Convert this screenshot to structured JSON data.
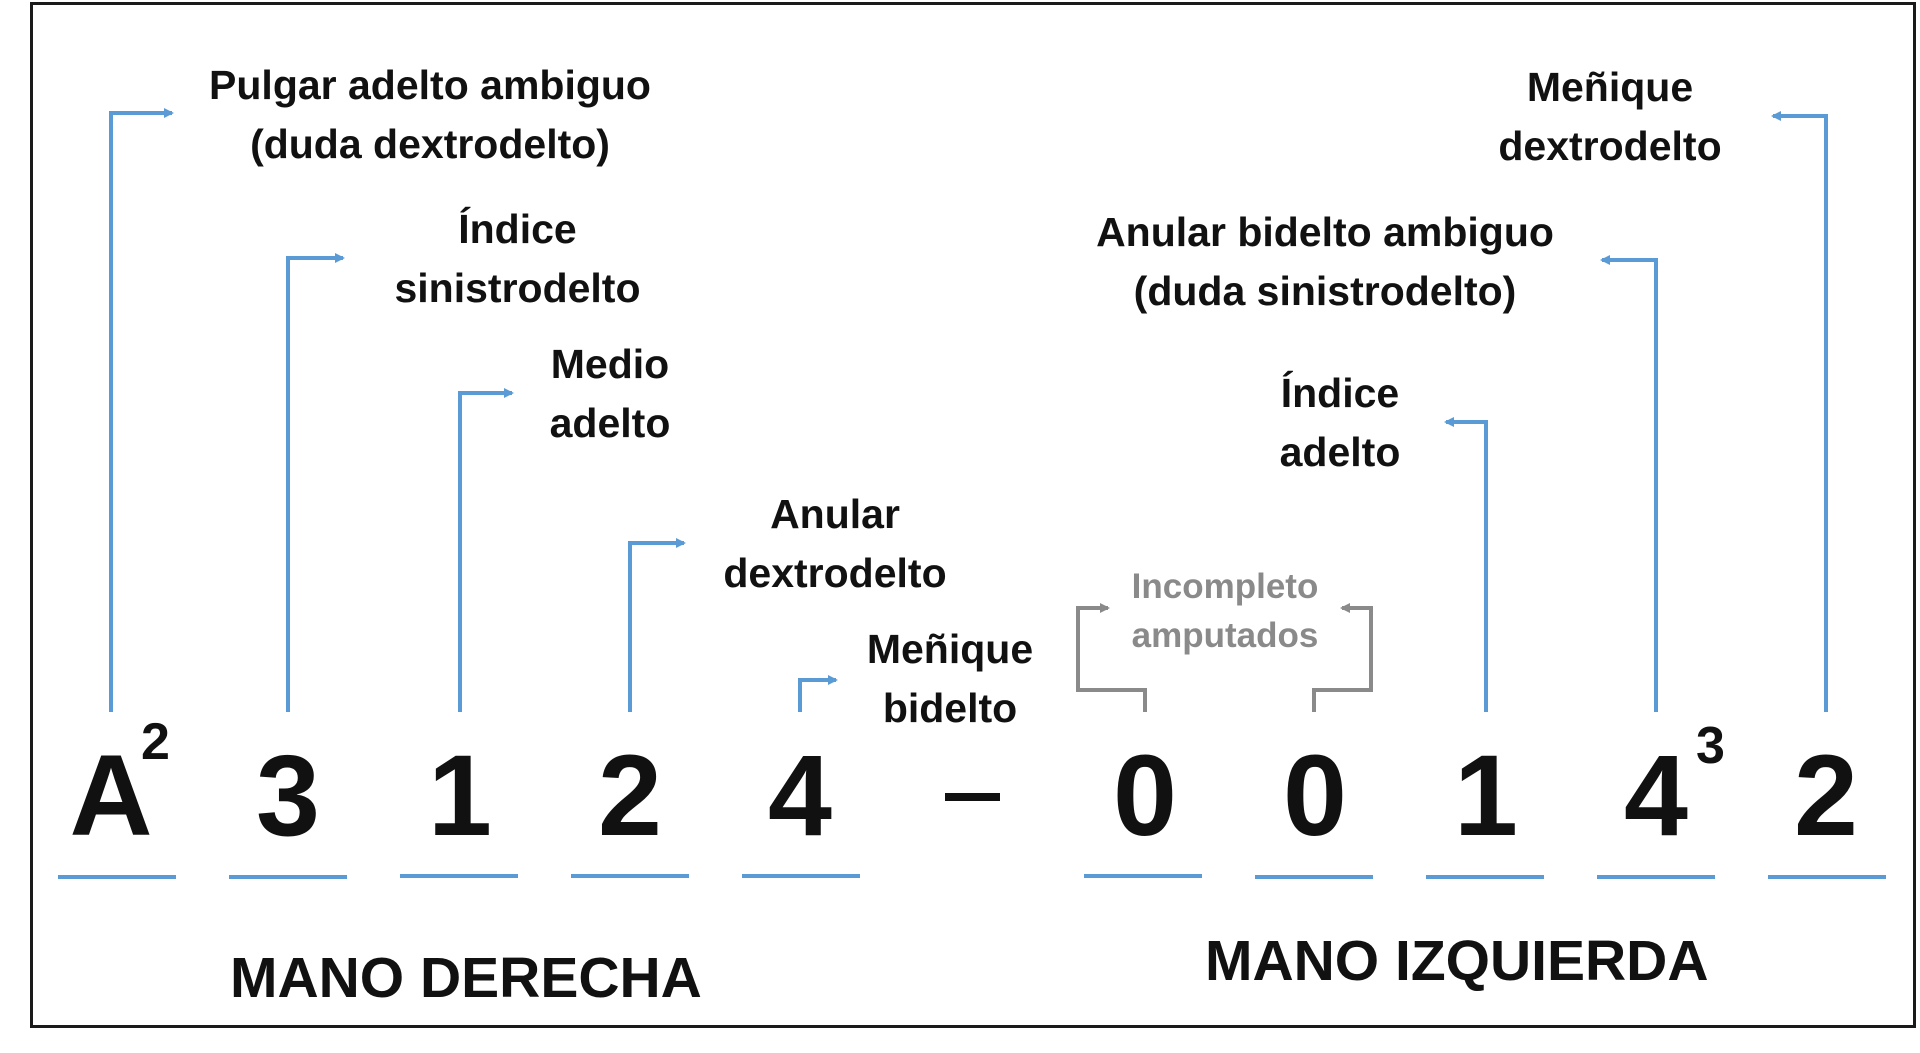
{
  "formula": {
    "right_hand": [
      "A",
      "3",
      "1",
      "2",
      "4"
    ],
    "separator": "–",
    "left_hand": [
      "0",
      "0",
      "1",
      "4",
      "2"
    ],
    "superscript_first": "2",
    "superscript_ninth": "3"
  },
  "labels": {
    "pulgar_right": [
      "Pulgar adelto ambiguo",
      "(duda dextrodelto)"
    ],
    "indice_right": [
      "Índice",
      "sinistrodelto"
    ],
    "medio_right": [
      "Medio",
      "adelto"
    ],
    "anular_right": [
      "Anular",
      "dextrodelto"
    ],
    "menique_right": [
      "Meñique",
      "bidelto"
    ],
    "incompleto": [
      "Incompleto",
      "amputados"
    ],
    "indice_left": [
      "Índice",
      "adelto"
    ],
    "anular_left": [
      "Anular bidelto ambiguo",
      "(duda sinistrodelto)"
    ],
    "menique_left": [
      "Meñique",
      "dextrodelto"
    ]
  },
  "hands": {
    "right": "MANO DERECHA",
    "left": "MANO IZQUIERDA"
  },
  "colors": {
    "connector": "#5b9bd5",
    "connector_gray": "#8a8a8a",
    "text": "#111111"
  }
}
